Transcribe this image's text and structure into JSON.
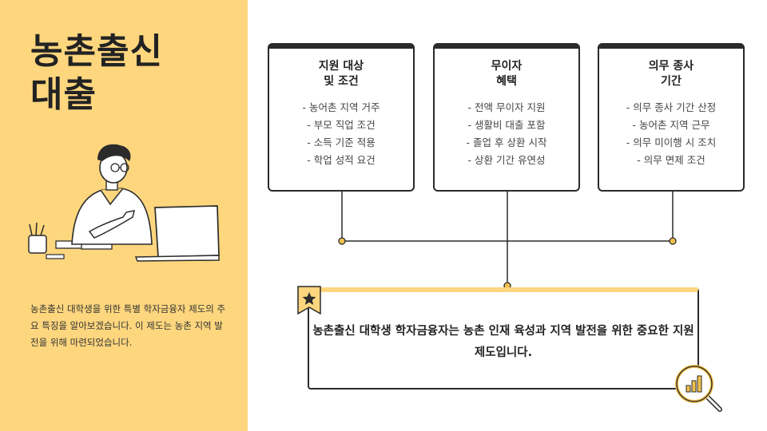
{
  "sidebar": {
    "title_line1": "농촌출신",
    "title_line2": "대출",
    "intro": "농촌출신 대학생을 위한 특별 학자금융자 제도의 주요 특징을 알아보겠습니다. 이 제도는 농촌 지역 발전을 위해 마련되었습니다."
  },
  "cards": [
    {
      "title_line1": "지원 대상",
      "title_line2": "및 조건",
      "items": [
        "- 농어촌 지역 거주",
        "- 부모 직업 조건",
        "- 소득 기준 적용",
        "- 학업 성적 요건"
      ]
    },
    {
      "title_line1": "무이자",
      "title_line2": "혜택",
      "items": [
        "- 전액 무이자 지원",
        "- 생활비 대출 포함",
        "- 졸업 후 상환 시작",
        "- 상환 기간 유연성"
      ]
    },
    {
      "title_line1": "의무 종사",
      "title_line2": "기간",
      "items": [
        "- 의무 종사 기간 산정",
        "- 농어촌 지역 근무",
        "- 의무 미이행 시 조치",
        "- 의무 면제 조건"
      ]
    }
  ],
  "summary": {
    "text": "농촌출신 대학생 학자금융자는 농촌 인재 육성과 지역 발전을 위한 중요한 지원 제도입니다."
  },
  "colors": {
    "accent": "#fdd67e",
    "dark": "#2b2b2b",
    "connector_dot": "#f2c14e"
  },
  "icons": {
    "badge": "star-icon",
    "corner": "magnifier-chart-icon"
  }
}
